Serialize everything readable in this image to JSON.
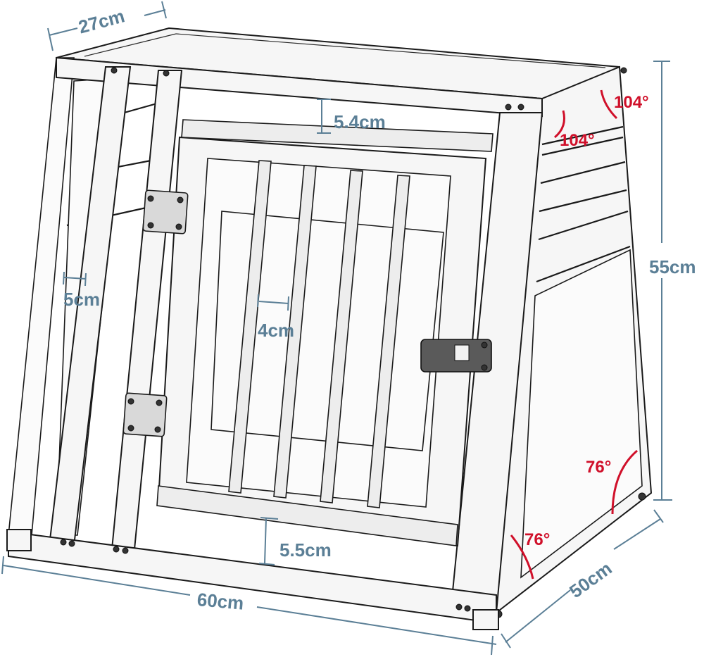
{
  "diagram": {
    "subject": "Dog transport crate with trapezoid side profile",
    "colors": {
      "dimension": "#5b7f96",
      "angle": "#d0102a",
      "outline": "#1a1a1a",
      "fill": "#f6f6f6"
    },
    "dimensions": {
      "top_depth": "27cm",
      "bottom_depth": "50cm",
      "width": "60cm",
      "height": "55cm",
      "door_top_gap": "5.4cm",
      "door_bottom_gap": "5.5cm",
      "bar_spacing": "4cm",
      "side_bar_spacing": "5cm"
    },
    "angles": {
      "top_outer": "104°",
      "top_inner": "104°",
      "bottom_back": "76°",
      "bottom_front": "76°"
    }
  }
}
